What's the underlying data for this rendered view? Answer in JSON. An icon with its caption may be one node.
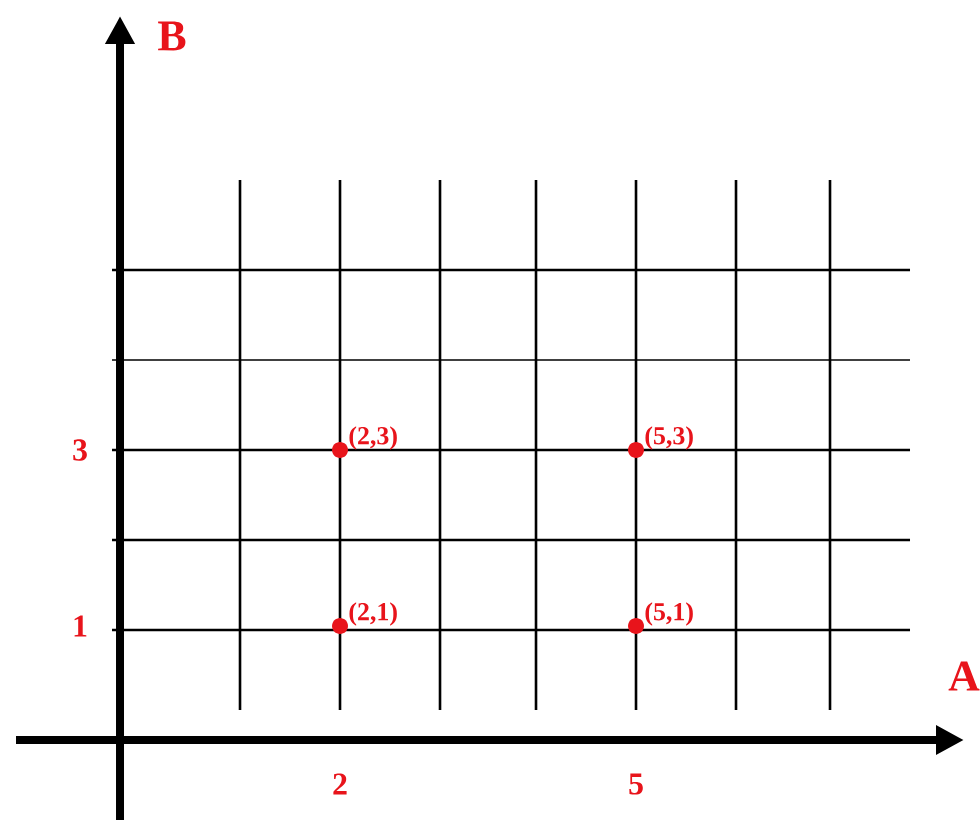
{
  "diagram": {
    "nodes": [
      {
        "text": [],
        "shape": "circle",
        "beside": [
          "(2,3)"
        ]
      },
      {
        "text": [],
        "shape": "circle",
        "beside": [
          "(5,3)"
        ]
      },
      {
        "text": [],
        "shape": "circle",
        "beside": [
          "(2,1)"
        ]
      },
      {
        "text": [],
        "shape": "circle",
        "beside": [
          "(5,1)"
        ]
      }
    ],
    "edges": [],
    "labels": [
      "B",
      "3",
      "1",
      "A",
      "2",
      "5"
    ]
  }
}
